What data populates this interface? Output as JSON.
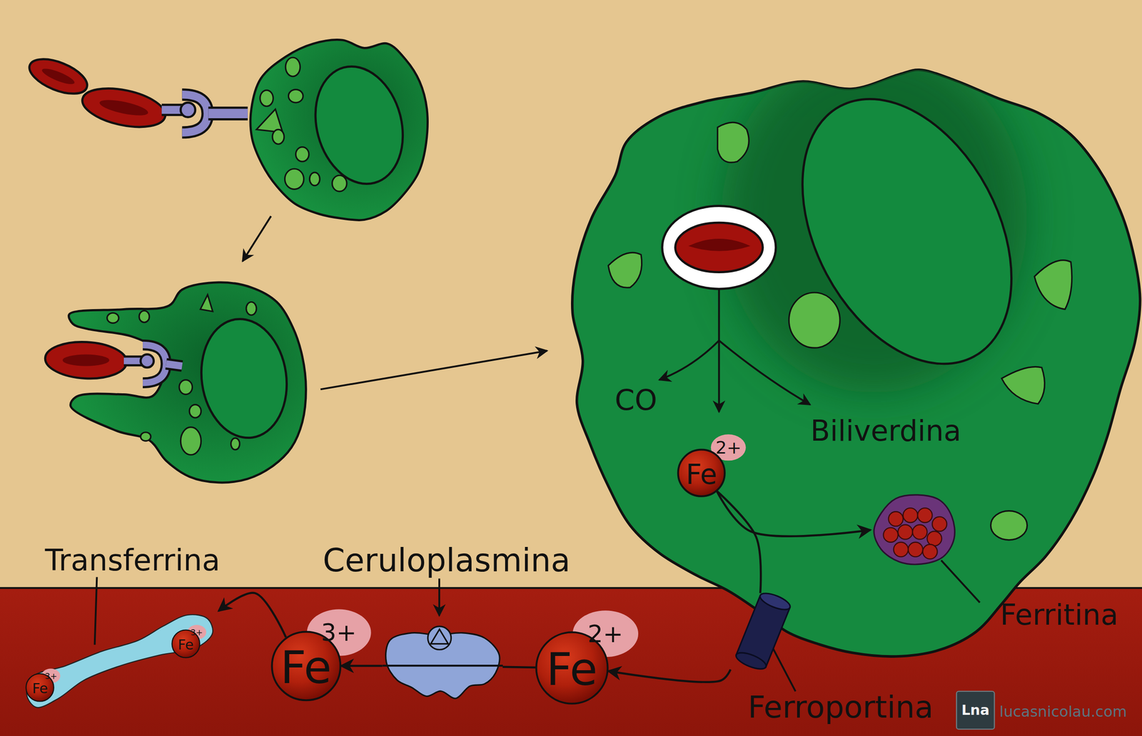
{
  "diagram": {
    "nodes": [
      {
        "text": [
          "Fe",
          "2+"
        ]
      },
      {
        "text": [
          "Ferritina"
        ]
      },
      {
        "text": [
          "Transferrina"
        ]
      },
      {
        "text": [
          "Fe",
          "3+"
        ],
        "in": 2
      },
      {
        "text": [
          "Fe",
          "3+"
        ],
        "in": 2
      },
      {
        "text": [
          "Ceruloplasmina"
        ]
      },
      {
        "text": [
          "Fe",
          "3+"
        ]
      },
      {
        "text": [
          "Fe",
          "2+"
        ]
      },
      {
        "text": [
          "Ferroportina"
        ]
      }
    ],
    "edges": [
      {
        "from": 0,
        "to": 1,
        "arrow": "to"
      },
      {
        "from": 0,
        "to": 8,
        "arrow": "none"
      },
      {
        "from": 8,
        "to": 7,
        "arrow": "to"
      },
      {
        "from": 7,
        "to": 5,
        "arrow": "none"
      },
      {
        "from": 5,
        "to": 6,
        "arrow": "to"
      },
      {
        "from": 6,
        "to": 2,
        "arrow": "to"
      }
    ],
    "labels": [
      "CO",
      "Biliverdina",
      "Lna",
      "lucasnicolau.com"
    ]
  }
}
